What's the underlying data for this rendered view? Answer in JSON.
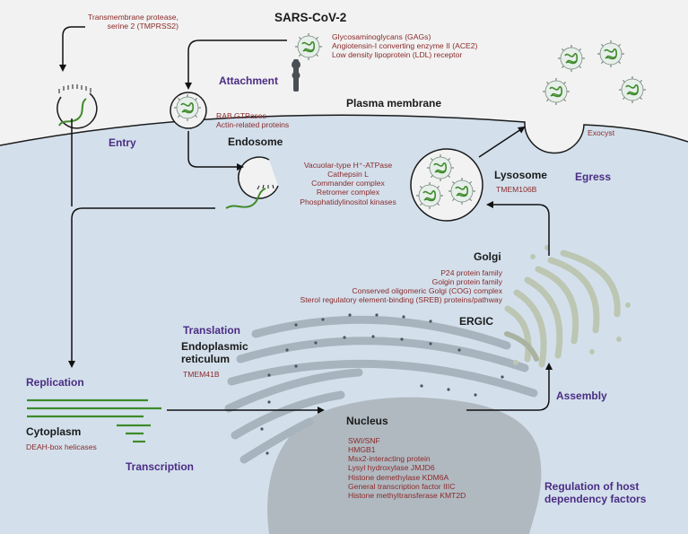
{
  "title": "SARS-CoV-2",
  "attachment_factors": [
    "Glycosaminoglycans (GAGs)",
    "Angiotensin-I converting enzyme II (ACE2)",
    "Low density lipoprotein (LDL) receptor"
  ],
  "tmprss2": [
    "Transmembrane protease,",
    "serine 2 (TMPRSS2)"
  ],
  "stages": {
    "attachment": "Attachment",
    "entry": "Entry",
    "egress": "Egress",
    "translation": "Translation",
    "replication": "Replication",
    "transcription": "Transcription",
    "assembly": "Assembly",
    "regulation": [
      "Regulation of host",
      "dependency factors"
    ]
  },
  "compartments": {
    "plasma_membrane": "Plasma membrane",
    "endosome": "Endosome",
    "lysosome": "Lysosome",
    "golgi": "Golgi",
    "ergic": "ERGIC",
    "er": [
      "Endoplasmic",
      "reticulum"
    ],
    "nucleus": "Nucleus",
    "cytoplasm": "Cytoplasm"
  },
  "factors": {
    "endosome_entry": [
      "RAB GTPases",
      "Actin-related proteins"
    ],
    "endosome": [
      "Vacuolar-type H⁺-ATPase",
      "Cathepsin L",
      "Commander complex",
      "Retromer complex",
      "Phosphatidylinositol kinases"
    ],
    "lysosome": [
      "TMEM106B"
    ],
    "exocyst": [
      "Exocyst"
    ],
    "golgi": [
      "P24 protein family",
      "Golgin protein family",
      "Conserved oligomeric Golgi (COG) complex",
      "Sterol regulatory element-binding (SREB) proteins/pathway"
    ],
    "er": [
      "TMEM41B"
    ],
    "cytoplasm": [
      "DEAH-box helicases"
    ],
    "nucleus": [
      "SWI/SNF",
      "HMGB1",
      "Msx2-interacting protein",
      "Lysyl hydroxylase JMJD6",
      "Histone demethylase KDM6A",
      "General transcription factor IIIC",
      "Histone methyltransferase KMT2D"
    ]
  },
  "colors": {
    "background": "#f2f2f2",
    "cell": "#d3e0ec",
    "nucleus": "#a9b1b9",
    "er": "#a7b4be",
    "golgi": "#bcc6b2",
    "virus_rna": "#3f8a2a",
    "stage_label": "#4b2c83",
    "factor_text": "#8b2a2a"
  }
}
